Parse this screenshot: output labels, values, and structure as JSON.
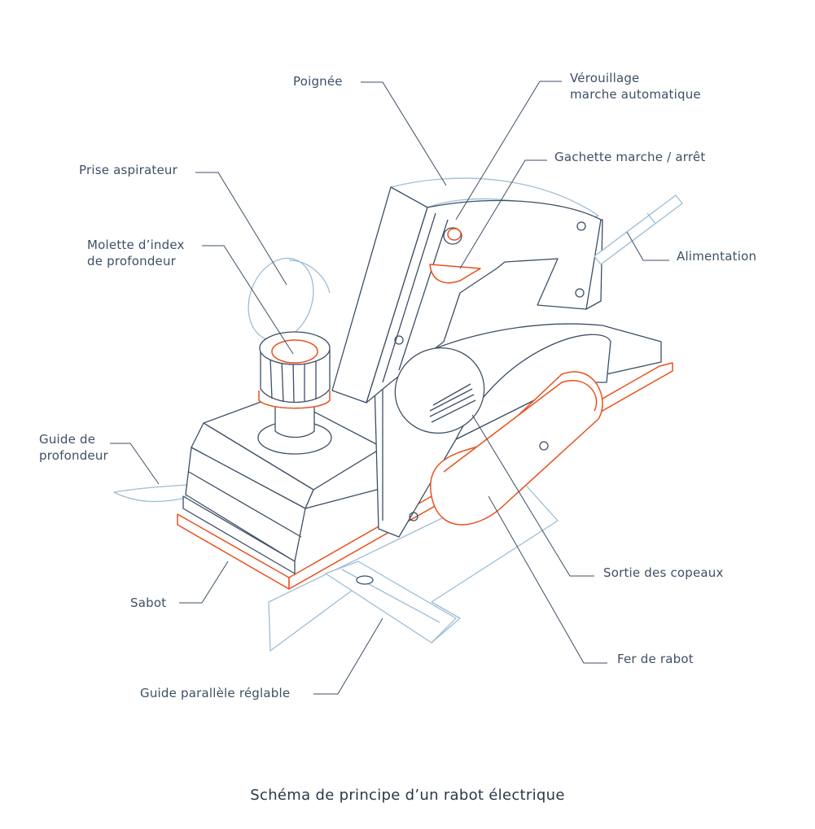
{
  "labels": {
    "poignee": "Poignée",
    "verrouillage_1": "Vérouillage",
    "verrouillage_2": "marche automatique",
    "gachette": "Gachette marche / arrêt",
    "prise": "Prise aspirateur",
    "molette_1": "Molette d’index",
    "molette_2": "de profondeur",
    "alimentation": "Alimentation",
    "guide_prof_1": "Guide de",
    "guide_prof_2": "profondeur",
    "sabot": "Sabot",
    "sortie": "Sortie des copeaux",
    "fer": "Fer de rabot",
    "guide_parallele": "Guide parallèle réglable"
  },
  "caption": "Schéma de principe d’un rabot électrique",
  "colors": {
    "outline": "#3d4f66",
    "light": "#9dbdd5",
    "accent": "#e8501e"
  }
}
